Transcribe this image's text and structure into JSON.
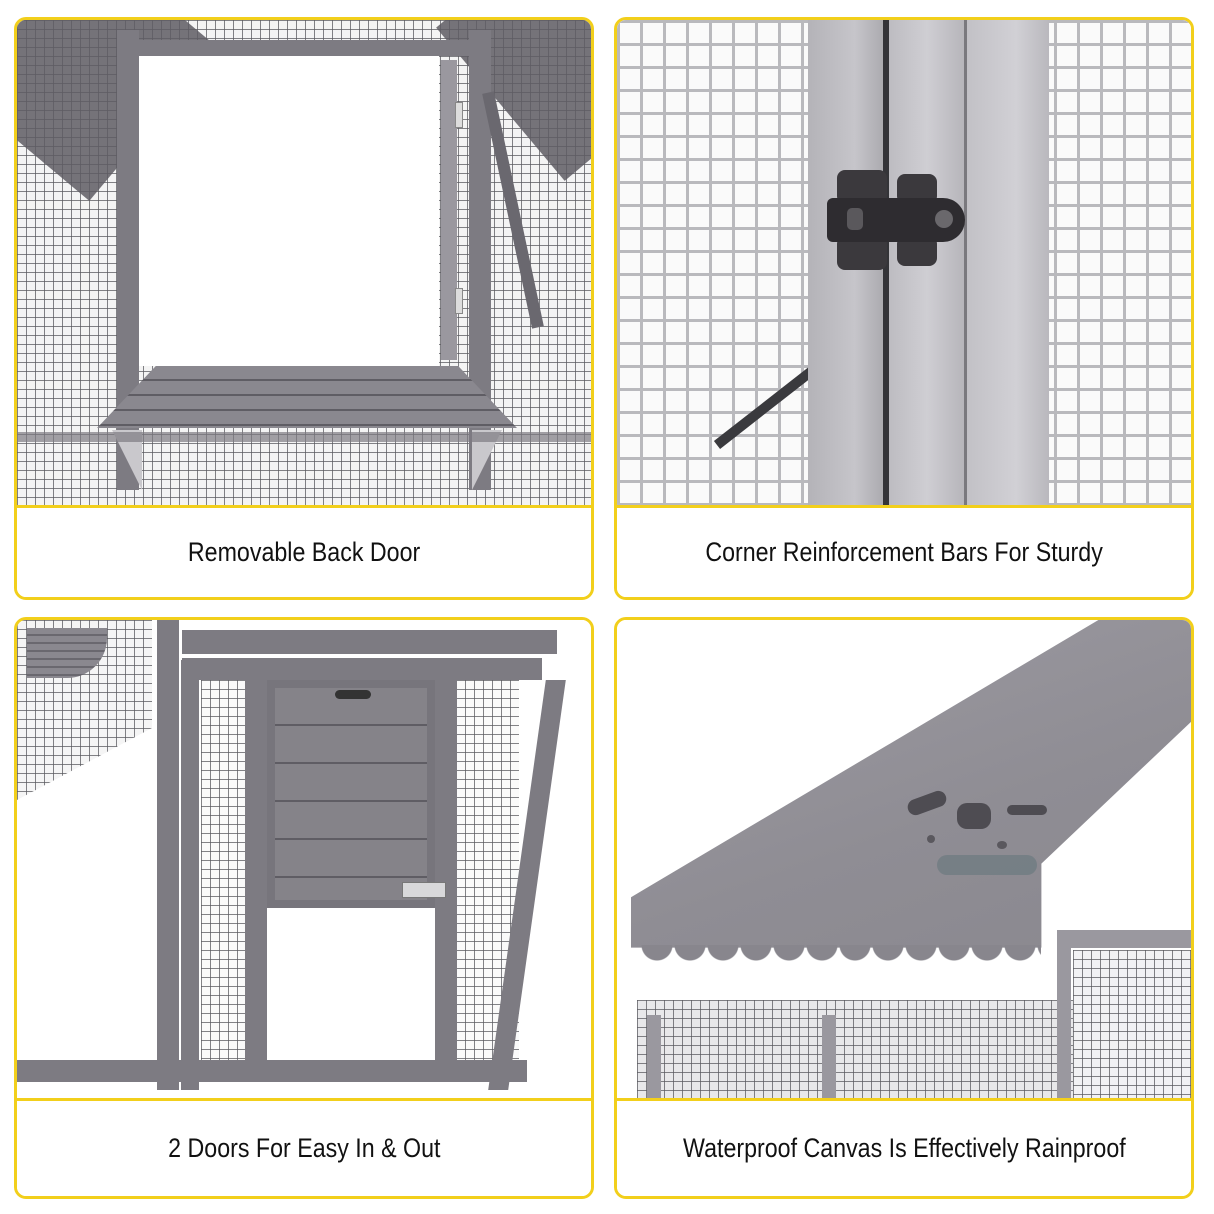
{
  "panels": [
    {
      "id": "removable-back-door",
      "caption": "Removable Back Door",
      "image_subject": "opening at back of enclosure with hinged removable door and wooden shelf"
    },
    {
      "id": "corner-reinforcement",
      "caption": "Corner Reinforcement Bars For Sturdy",
      "image_subject": "close-up of black metal barrel latch on wooden frame with wire mesh"
    },
    {
      "id": "two-doors",
      "caption": "2 Doors For Easy In & Out",
      "image_subject": "front door and upper hinged wooden door with latch"
    },
    {
      "id": "waterproof-canvas",
      "caption": "Waterproof Canvas Is Effectively Rainproof",
      "image_subject": "grey canvas roof cover with scalloped edge and water beads"
    }
  ],
  "colors": {
    "border": "#f2cf1b",
    "caption_text": "#111111",
    "wood": "#7d7b82",
    "canvas": "#8d8b92"
  }
}
